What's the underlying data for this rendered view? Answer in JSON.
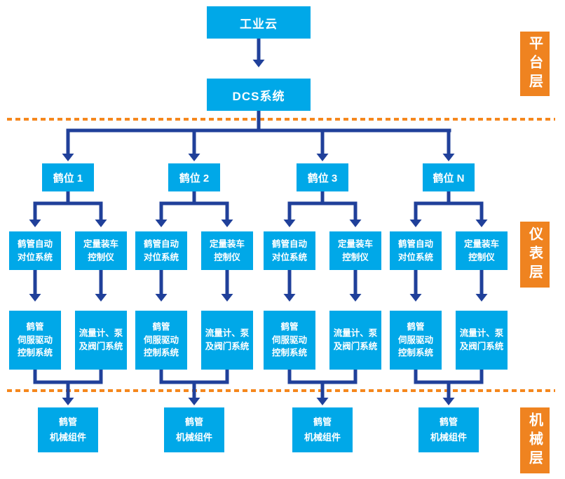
{
  "colors": {
    "box_cyan": "#00a8e8",
    "connector_navy": "#20409a",
    "layer_orange": "#ef8320",
    "separator_orange": "#f5871d",
    "text_white": "#ffffff"
  },
  "platform": {
    "cloud_label": "工业云",
    "dcs_label": "DCS系统"
  },
  "layer_labels": [
    {
      "label": "平台层"
    },
    {
      "label": "仪表层"
    },
    {
      "label": "机械层"
    }
  ],
  "columns": [
    {
      "title": "鹤位 1",
      "alignment_system": "鹤管自动\n对位系统",
      "loading_controller": "定量装车\n控制仪",
      "servo_drive": "鹤管\n伺服驱动\n控制系统",
      "flow_pump_valve": "流量计、泵\n及阀门系统",
      "mechanical": "鹤管\n机械组件"
    },
    {
      "title": "鹤位 2",
      "alignment_system": "鹤管自动\n对位系统",
      "loading_controller": "定量装车\n控制仪",
      "servo_drive": "鹤管\n伺服驱动\n控制系统",
      "flow_pump_valve": "流量计、泵\n及阀门系统",
      "mechanical": "鹤管\n机械组件"
    },
    {
      "title": "鹤位 3",
      "alignment_system": "鹤管自动\n对位系统",
      "loading_controller": "定量装车\n控制仪",
      "servo_drive": "鹤管\n伺服驱动\n控制系统",
      "flow_pump_valve": "流量计、泵\n及阀门系统",
      "mechanical": "鹤管\n机械组件"
    },
    {
      "title": "鹤位 N",
      "alignment_system": "鹤管自动\n对位系统",
      "loading_controller": "定量装车\n控制仪",
      "servo_drive": "鹤管\n伺服驱动\n控制系统",
      "flow_pump_valve": "流量计、泵\n及阀门系统",
      "mechanical": "鹤管\n机械组件"
    }
  ]
}
